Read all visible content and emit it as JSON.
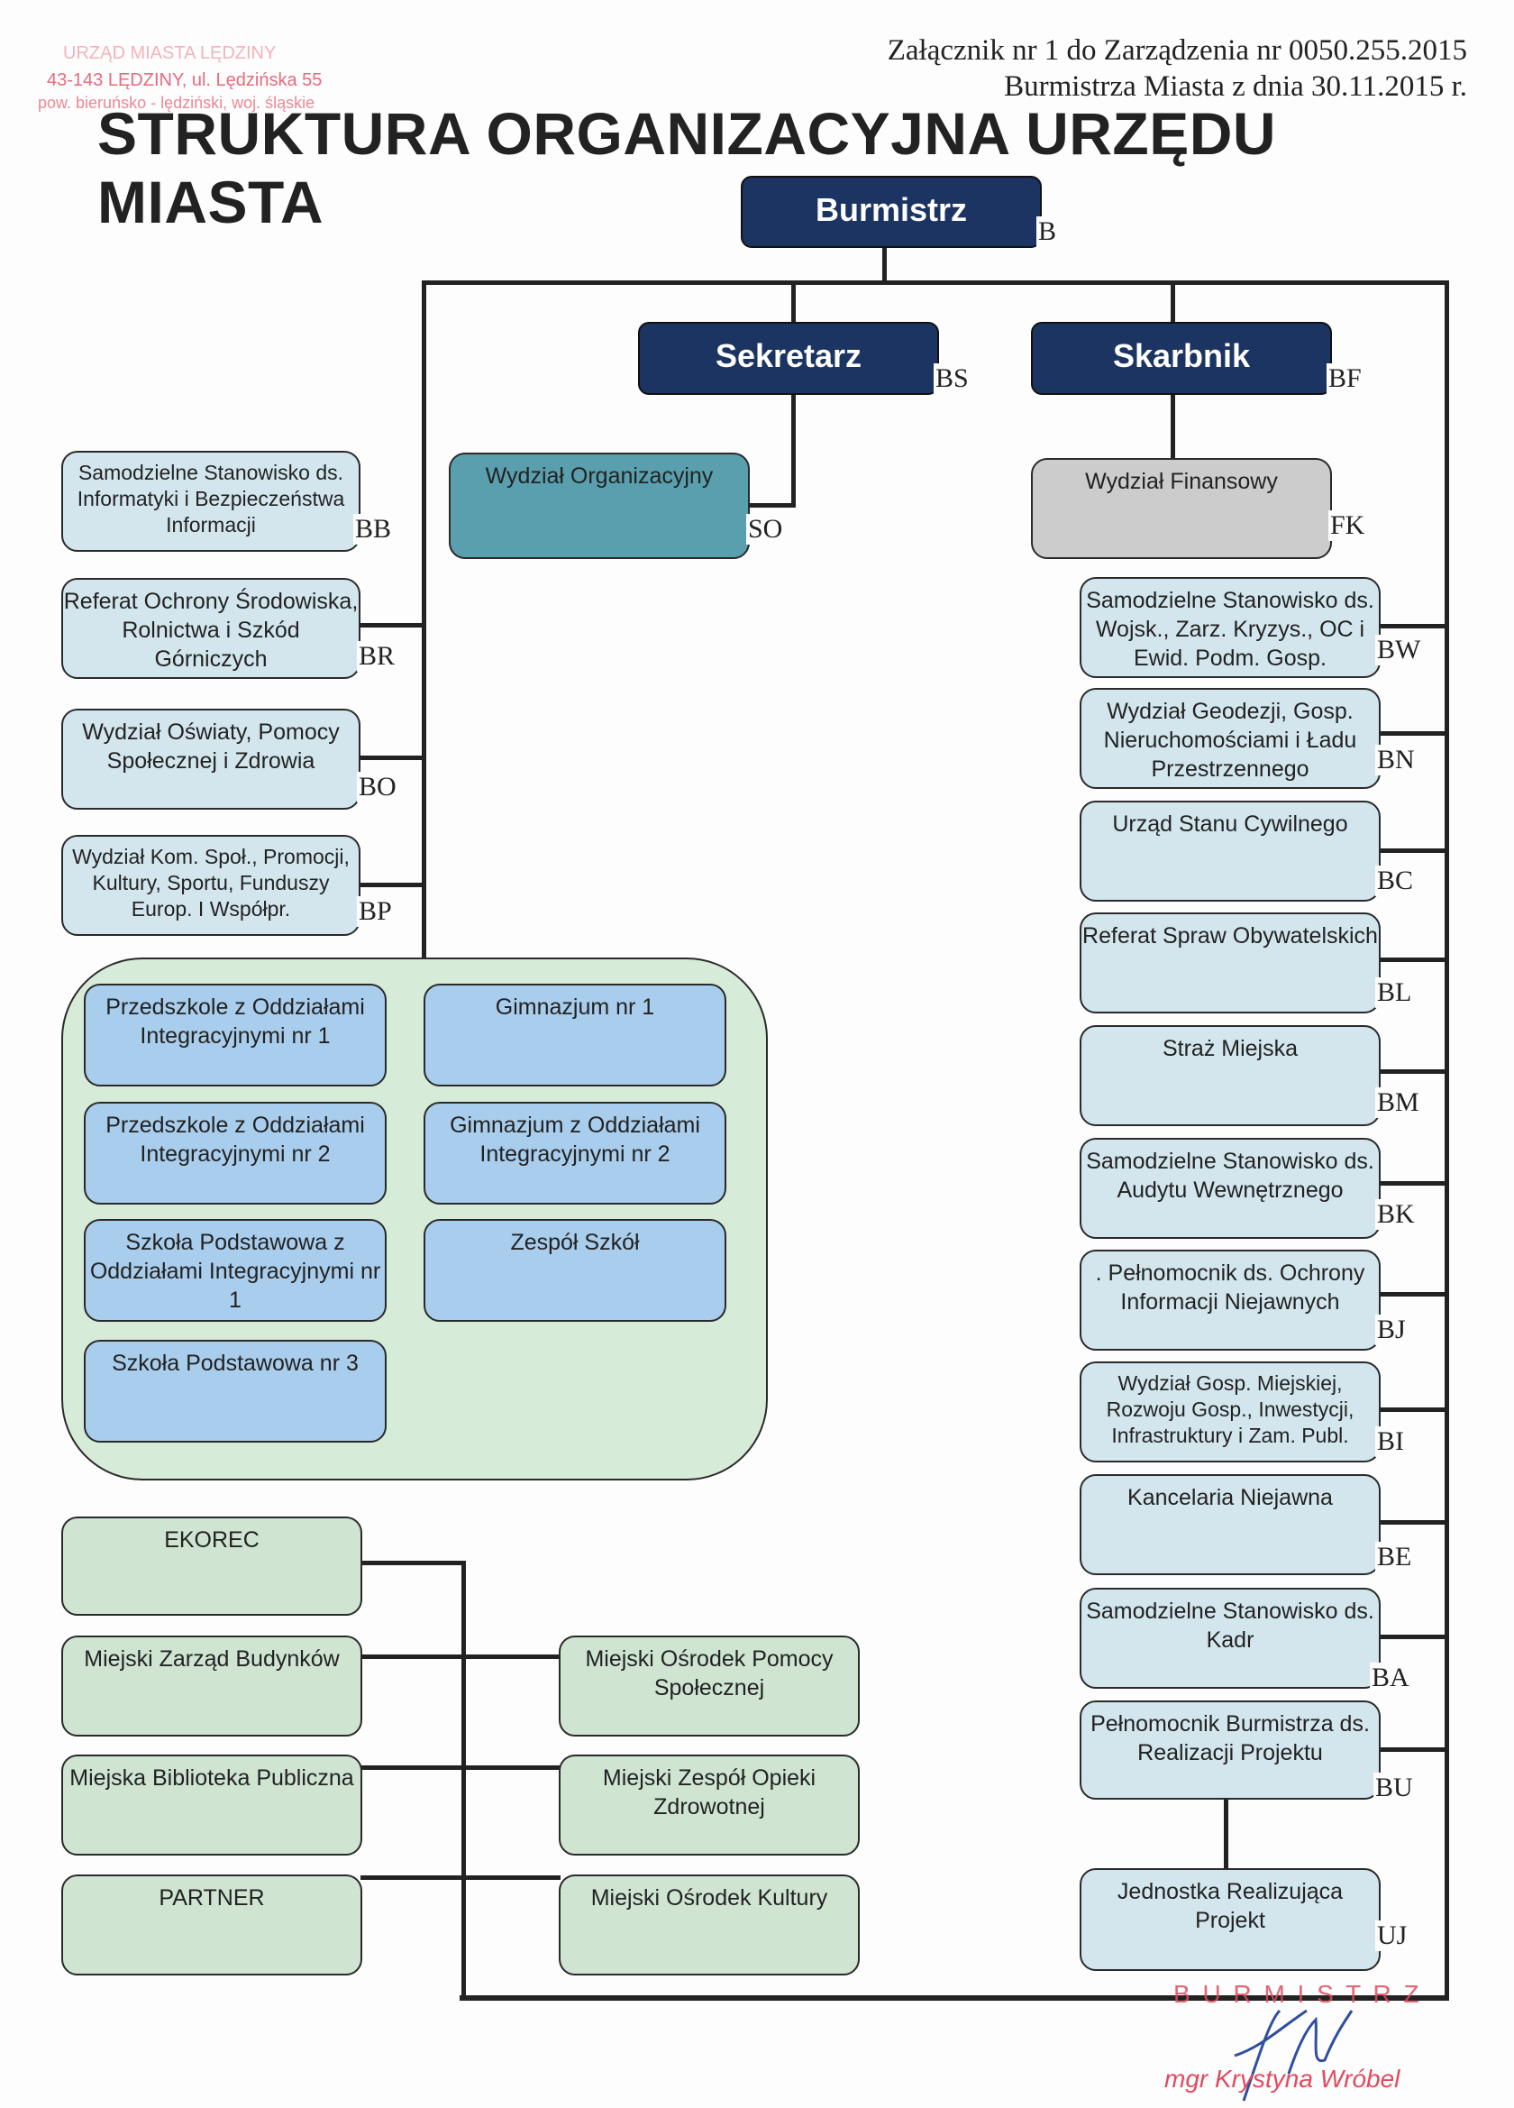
{
  "stamp": {
    "line1": "URZĄD MIASTA LĘDZINY",
    "line2": "43-143 LĘDZINY, ul. Lędzińska 55",
    "line3": "pow. bieruńsko - lędziński, woj. śląskie"
  },
  "annex": {
    "line1": "Załącznik nr 1 do Zarządzenia nr 0050.255.2015",
    "line2": "Burmistrza Miasta z dnia 30.11.2015 r."
  },
  "title": "STRUKTURA ORGANIZACYJNA URZĘDU MIASTA",
  "top": {
    "burmistrz": {
      "label": "Burmistrz",
      "code": "B"
    },
    "sekretarz": {
      "label": "Sekretarz",
      "code": "BS"
    },
    "skarbnik": {
      "label": "Skarbnik",
      "code": "BF"
    }
  },
  "sekretarz_units": {
    "wo": {
      "label": "Wydział Organizacyjny",
      "code": "SO"
    }
  },
  "skarbnik_units": {
    "wf": {
      "label": "Wydział Finansowy",
      "code": "FK"
    }
  },
  "left_units": [
    {
      "label": "Samodzielne Stanowisko ds. Informatyki i Bezpieczeństwa Informacji",
      "code": "BB"
    },
    {
      "label": "Referat Ochrony Środowiska, Rolnictwa i Szkód Górniczych",
      "code": "BR"
    },
    {
      "label": "Wydział Oświaty, Pomocy Społecznej i Zdrowia",
      "code": "BO"
    },
    {
      "label": "Wydział Kom. Społ., Promocji, Kultury, Sportu, Funduszy Europ. I Współpr.",
      "code": "BP"
    }
  ],
  "schools": [
    {
      "label": "Przedszkole z Oddziałami Integracyjnymi nr 1"
    },
    {
      "label": "Gimnazjum nr 1"
    },
    {
      "label": "Przedszkole z Oddziałami Integracyjnymi nr 2"
    },
    {
      "label": "Gimnazjum z Oddziałami Integracyjnymi nr 2"
    },
    {
      "label": "Szkoła Podstawowa z Oddziałami Integracyjnymi nr 1"
    },
    {
      "label": "Zespół Szkół"
    },
    {
      "label": "Szkoła Podstawowa nr 3"
    }
  ],
  "municipal_left": [
    {
      "label": "EKOREC"
    },
    {
      "label": "Miejski Zarząd Budynków"
    },
    {
      "label": "Miejska Biblioteka Publiczna"
    },
    {
      "label": "PARTNER"
    }
  ],
  "municipal_right": [
    {
      "label": "Miejski Ośrodek Pomocy Społecznej"
    },
    {
      "label": "Miejski Zespół Opieki Zdrowotnej"
    },
    {
      "label": "Miejski Ośrodek Kultury"
    }
  ],
  "right_units": [
    {
      "label": "Samodzielne Stanowisko ds. Wojsk., Zarz. Kryzys., OC i Ewid. Podm. Gosp.",
      "code": "BW"
    },
    {
      "label": "Wydział Geodezji, Gosp. Nieruchomościami i Ładu Przestrzennego",
      "code": "BN"
    },
    {
      "label": "Urząd Stanu Cywilnego",
      "code": "BC"
    },
    {
      "label": "Referat Spraw Obywatelskich",
      "code": "BL"
    },
    {
      "label": "Straż Miejska",
      "code": "BM"
    },
    {
      "label": "Samodzielne Stanowisko ds. Audytu Wewnętrznego",
      "code": "BK"
    },
    {
      "label": ". Pełnomocnik ds. Ochrony Informacji Niejawnych",
      "code": "BJ"
    },
    {
      "label": "Wydział Gosp. Miejskiej, Rozwoju Gosp., Inwestycji, Infrastruktury i Zam. Publ.",
      "code": "BI"
    },
    {
      "label": "Kancelaria Niejawna",
      "code": "BE"
    },
    {
      "label": "Samodzielne Stanowisko ds. Kadr",
      "code": "BA"
    },
    {
      "label": "Pełnomocnik Burmistrza ds. Realizacji Projektu",
      "code": "BU"
    }
  ],
  "project_unit": {
    "label": "Jednostka Realizująca Projekt",
    "code": "UJ"
  },
  "signature": {
    "role": "B U R M I S T R Z",
    "name": "mgr Krystyna Wróbel"
  },
  "colors": {
    "navy": "#1c3462",
    "teal": "#5a9fae",
    "grey": "#cccccc",
    "light_blue": "#d3e6ee",
    "school_blue": "#a9cdec",
    "green": "#cfe5d2",
    "stamp_red": "#e24a5e",
    "signature_blue": "#2e4fa0"
  }
}
